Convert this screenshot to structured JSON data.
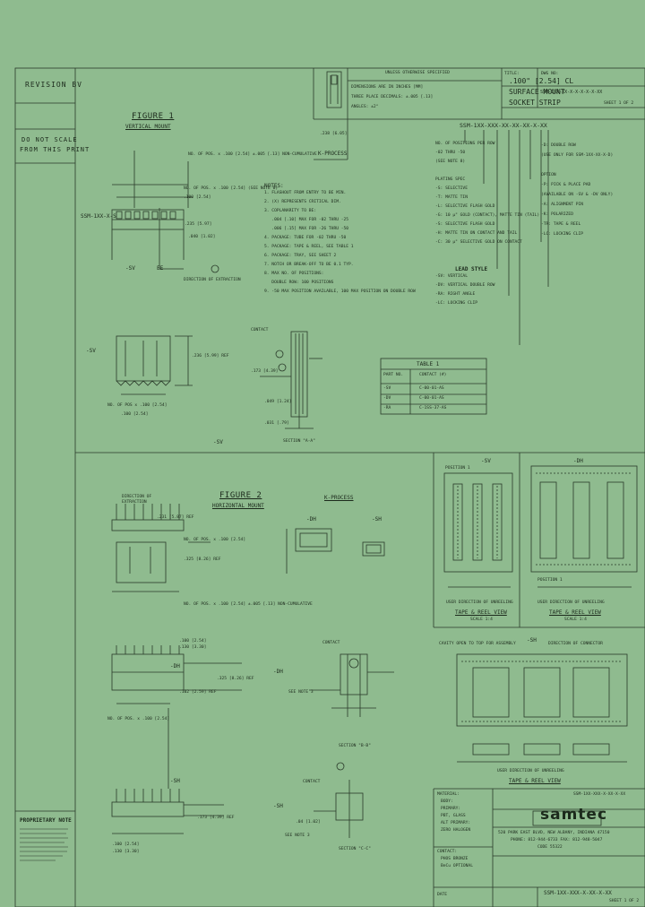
{
  "left_column": {
    "revision": "REVISION BV",
    "do_not_scale_1": "DO NOT SCALE",
    "do_not_scale_2": "FROM THIS PRINT",
    "proprietary_title": "PROPRIETARY NOTE"
  },
  "title_block": {
    "title_label": "TITLE:",
    "title_line1": ".100\" [2.54] CL",
    "title_line2": "SURFACE MOUNT",
    "title_line3": "SOCKET STRIP",
    "dwg_no_label": "DWG NO:",
    "dwg_no": "SSM-1XX-XX-X-X-X-X-X-XX",
    "sheet": "SHEET 1 OF 2",
    "date_label": "DATE",
    "part_no": "SSM-1XX-XXX-X-XX-X-XX",
    "company": "samtec",
    "address_line1": "520 PARK EAST BLVD, NEW ALBANY, INDIANA 47150",
    "address_line2": "PHONE: 812-944-6733 FAX: 812-948-5047",
    "code_line": "CODE 55322",
    "bottom_sheet": "SHEET 1 OF 2",
    "tol_header": "UNLESS OTHERWISE SPECIFIED",
    "tol_line1": "DIMENSIONS ARE IN INCHES [MM]",
    "tol_line2": "THREE PLACE DECIMALS: ±.005 [.13]",
    "tol_line3": "ANGLES: ±2°",
    "material_label": "MATERIAL:",
    "material_lines": [
      "BODY:",
      "PRIMARY:",
      "PBT, GLASS",
      "ALT PRIMARY:",
      "ZERO HALOGEN"
    ],
    "contact_label": "CONTACT:",
    "contact_lines": [
      "PHOS BRONZE",
      "BeCu OPTIONAL"
    ]
  },
  "part_number": {
    "code": "SSM-1XX-XXX-XX-XX-XX-X-XX",
    "lines": [
      "NO. OF POSITIONS PER ROW",
      "-02 THRU -50",
      "(SEE NOTE 8)",
      "",
      "PLATING SPEC",
      "-S: SELECTIVE",
      "-T: MATTE TIN",
      "-L: SELECTIVE FLASH GOLD",
      "-G: 10 µ\" GOLD (CONTACT), MATTE TIN (TAIL)",
      "-S: SELECTIVE FLASH GOLD",
      "-H: MATTE TIN ON CONTACT AND TAIL",
      "-C: 30 µ\" SELECTIVE GOLD ON CONTACT"
    ],
    "right_lines": [
      "-D: DOUBLE ROW",
      "(USE ONLY FOR SSM-1XX-XX-X-D)",
      "",
      "OPTION",
      "-P: PICK & PLACE PAD",
      "(AVAILABLE ON -SV & -DV ONLY)",
      "-A: ALIGNMENT PIN",
      "-K: POLARIZED",
      "-TR: TAPE & REEL",
      "-LC: LOCKING CLIP"
    ]
  },
  "lead_style": {
    "title": "LEAD STYLE",
    "lines": [
      "-SV: VERTICAL",
      "-DV: VERTICAL DOUBLE ROW",
      "-RA: RIGHT ANGLE",
      "-LC: LOCKING CLIP"
    ]
  },
  "figure1": {
    "title": "FIGURE 1",
    "subtitle": "VERTICAL MOUNT",
    "part_label": "SSM-1XX-X-S",
    "sv_label": "-SV",
    "ee_label": "EE",
    "no_pos": "NO. OF POS. x .100 [2.54] (SEE NOTE 8)",
    "dim_100": ".100 [2.54]",
    "dim_235": ".235 [5.97]",
    "tol_note": "NO. OF POS. x .100 [2.54] ±.005 [.13] NON-CUMULATIVE",
    "dim_040": ".040 [1.02]",
    "direction": "DIRECTION OF EXTRACTION"
  },
  "k_process": {
    "label": "K-PROCESS",
    "ref": ".238 [6.05]",
    "title2": "K-PROCESS",
    "dh": "-DH",
    "sh": "-SH"
  },
  "notes": {
    "title": "NOTES:",
    "lines": [
      "1. FLASHOUT FROM ENTRY TO BE MIN.",
      "2. (X) REPRESENTS CRITICAL DIM.",
      "3. COPLANARITY TO BE:",
      "   .004 [.10] MAX FOR -02 THRU -25",
      "   .006 [.15] MAX FOR -26 THRU -50",
      "4. PACKAGE: TUBE FOR -02 THRU -50",
      "5. PACKAGE: TAPE & REEL, SEE TABLE 1",
      "6. PACKAGE: TRAY, SEE SHEET 2",
      "7. NOTCH OR BREAK-OFF TO BE 0.1 TYP.",
      "8. MAX NO. OF POSITIONS:",
      "   DOUBLE ROW: 100 POSITIONS",
      "9. -50 MAX POSITION AVAILABLE, 100 MAX POSITION ON DOUBLE ROW"
    ]
  },
  "section_a": {
    "title": "SECTION \"A-A\"",
    "contact": "CONTACT",
    "dim1": ".173 [4.39]",
    "dim2": ".049 [1.24]",
    "dim3": ".031 [.79]"
  },
  "table1": {
    "title": "TABLE 1",
    "headers": [
      "PART NO.",
      "CONTACT (#)"
    ],
    "rows": [
      [
        "-SV",
        "C-00-01-AS"
      ],
      [
        "-DV",
        "C-00-01-AS"
      ],
      [
        "-RA",
        "C-1SS-37-AS"
      ]
    ]
  },
  "sv_section": {
    "label": "-SV",
    "dim_no_pos": "NO. OF POS x .100 [2.54]",
    "dim_100": ".100 [2.54]",
    "dim_236": ".236 [5.99] REF"
  },
  "figure2": {
    "title": "FIGURE 2",
    "subtitle": "HORIZONTAL MOUNT",
    "dir1": "DIRECTION OF",
    "dir2": "EXTRACTION",
    "dim_231": ".231 [5.87] REF",
    "dim_no_pos": "NO. OF POS. x .100 [2.54]",
    "dim_325": ".325 [8.26] REF"
  },
  "figure2b": {
    "tol_note": "NO. OF POS. x .100 [2.54] ±.005 [.13] NON-CUMULATIVE",
    "dim1": ".100 [2.54]",
    "dim2": ".130 [3.30]",
    "label_dh": "-DH",
    "dim_325": ".325 [8.26] REF",
    "dim_102": ".102 [2.59] REF",
    "dim_no_pos": "NO. OF POS. x .100 [2.54]"
  },
  "figure2c": {
    "label_sh": "-SH",
    "dim1": ".173 [4.39] REF",
    "dim2": ".100 [2.54]",
    "dim3": ".130 [3.30]"
  },
  "section_c": {
    "title": "SECTION \"C-C\"",
    "sh": "-SH",
    "contact": "CONTACT",
    "see_note": "SEE NOTE 3",
    "dim_lbl": ".04 [1.02]"
  },
  "section_b": {
    "title": "SECTION \"B-B\"",
    "dh": "-DH",
    "contact": "CONTACT",
    "see_note": "SEE NOTE 3"
  },
  "tape_sv": {
    "label": "-SV",
    "pos_label": "POSITION 1",
    "user_dir": "USER DIRECTION OF UNREELING",
    "caption": "TAPE & REEL VIEW",
    "scale": "SCALE 1:4"
  },
  "tape_dh": {
    "label": "-DH",
    "pos_label": "POSITION 1",
    "user_dir": "USER DIRECTION OF UNREELING",
    "caption": "TAPE & REEL VIEW",
    "scale": "SCALE 1:4"
  },
  "tape_sh": {
    "label": "-SH",
    "top_note": "CAVITY OPEN TO TOP FOR ASSEMBLY",
    "top_note2": "DIRECTION OF CONNECTOR",
    "user_dir": "USER DIRECTION OF UNREELING",
    "caption": "TAPE & REEL VIEW"
  },
  "colors": {
    "background": "#8fbb8f",
    "ink": "#1c2a1c"
  }
}
